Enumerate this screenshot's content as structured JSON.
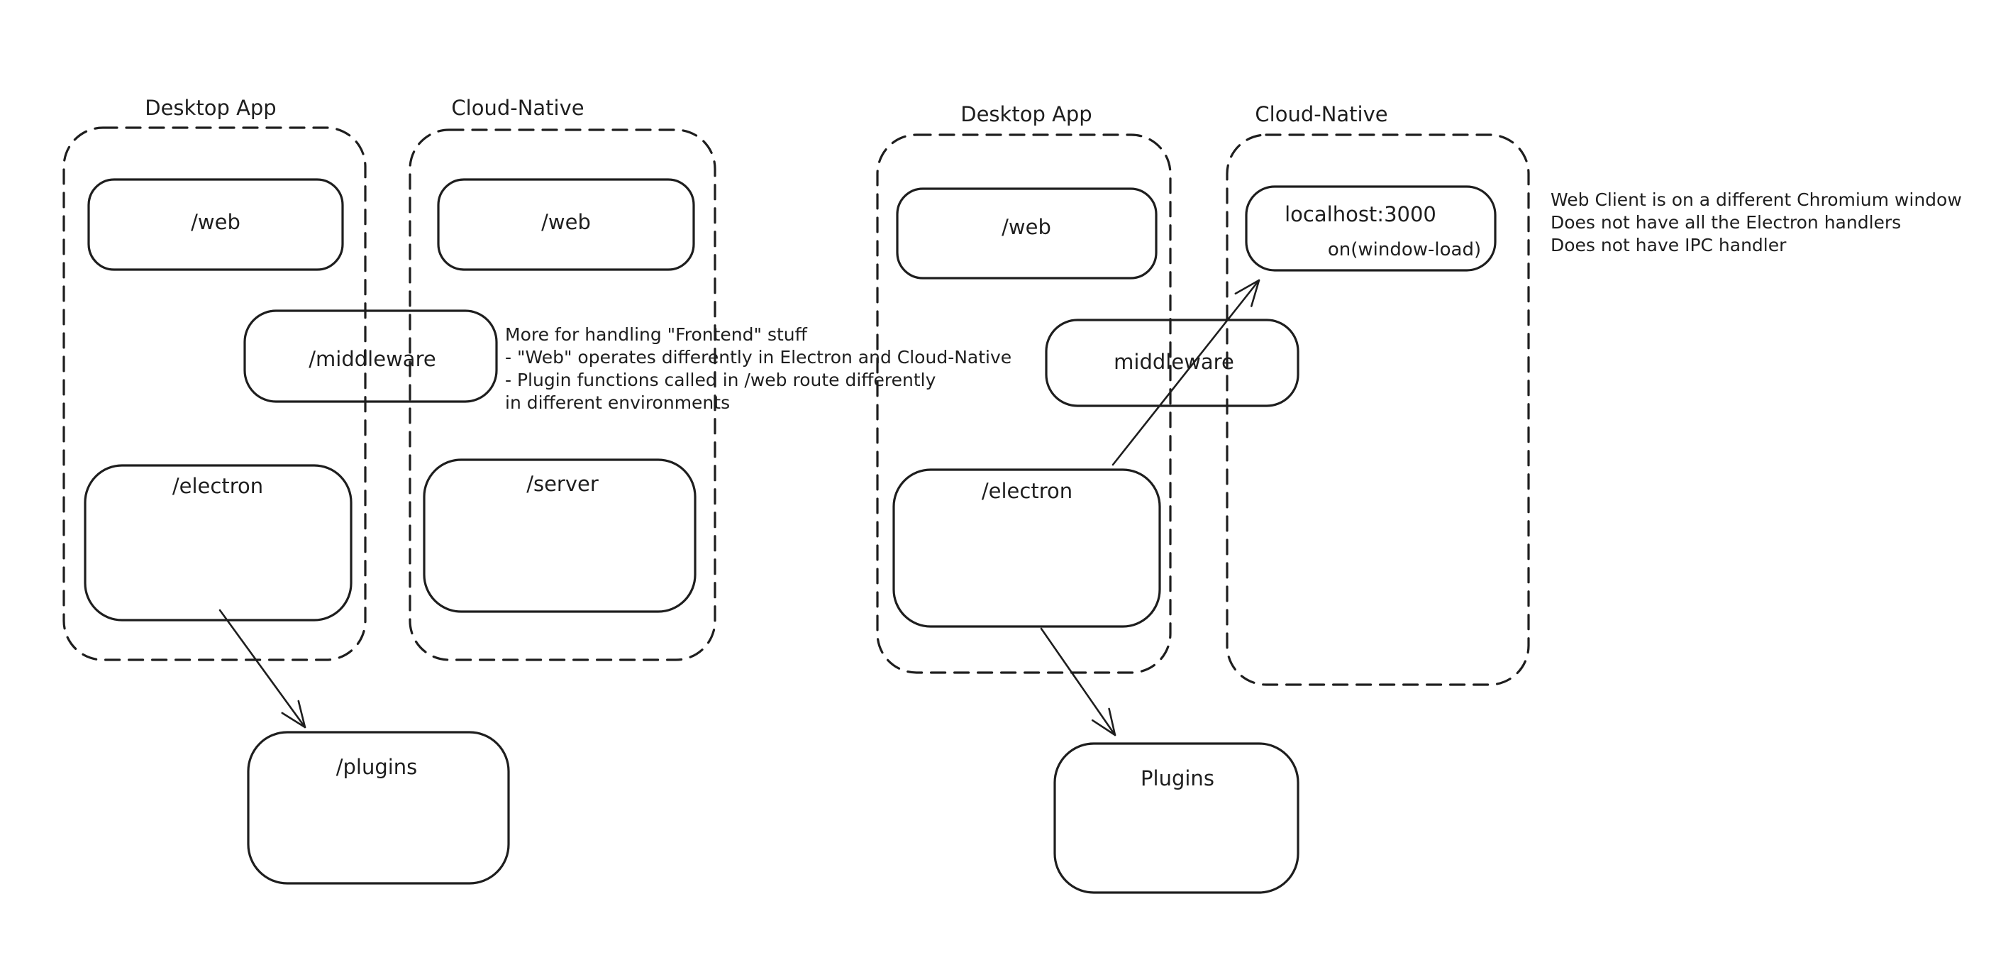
{
  "colors": {
    "ink": "#1e1e1e",
    "red": "#e03131",
    "green": "#3f9e4a",
    "background": "#ffffff"
  },
  "left": {
    "desktop_label": "Desktop App",
    "cloud_label": "Cloud-Native",
    "web_desktop_label": "/web",
    "web_cloud_label": "/web",
    "middleware_label": "/middleware",
    "electron_label": "/electron",
    "server_label": "/server",
    "plugins_label": "/plugins",
    "note_lines": [
      "More for handling \"Frontend\" stuff",
      "- \"Web\" operates differently in Electron and Cloud-Native",
      "- Plugin functions called in /web route differently",
      "in different environments"
    ]
  },
  "right": {
    "desktop_label": "Desktop App",
    "cloud_label": "Cloud-Native",
    "web_label": "/web",
    "localhost_label": "localhost:3000",
    "window_load_label": "on(window-load)",
    "middleware_label": "middleware",
    "electron_label": "/electron",
    "plugins_label": "Plugins",
    "note_lines": [
      "Web Client is on a different Chromium window",
      "Does not have all the Electron handlers",
      "Does not have IPC handler"
    ]
  }
}
